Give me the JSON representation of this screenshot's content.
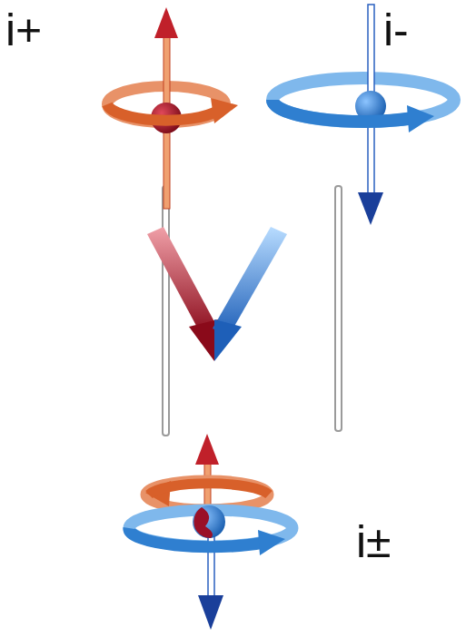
{
  "diagram": {
    "labels": [
      "i+",
      "i-",
      "i±"
    ]
  }
}
